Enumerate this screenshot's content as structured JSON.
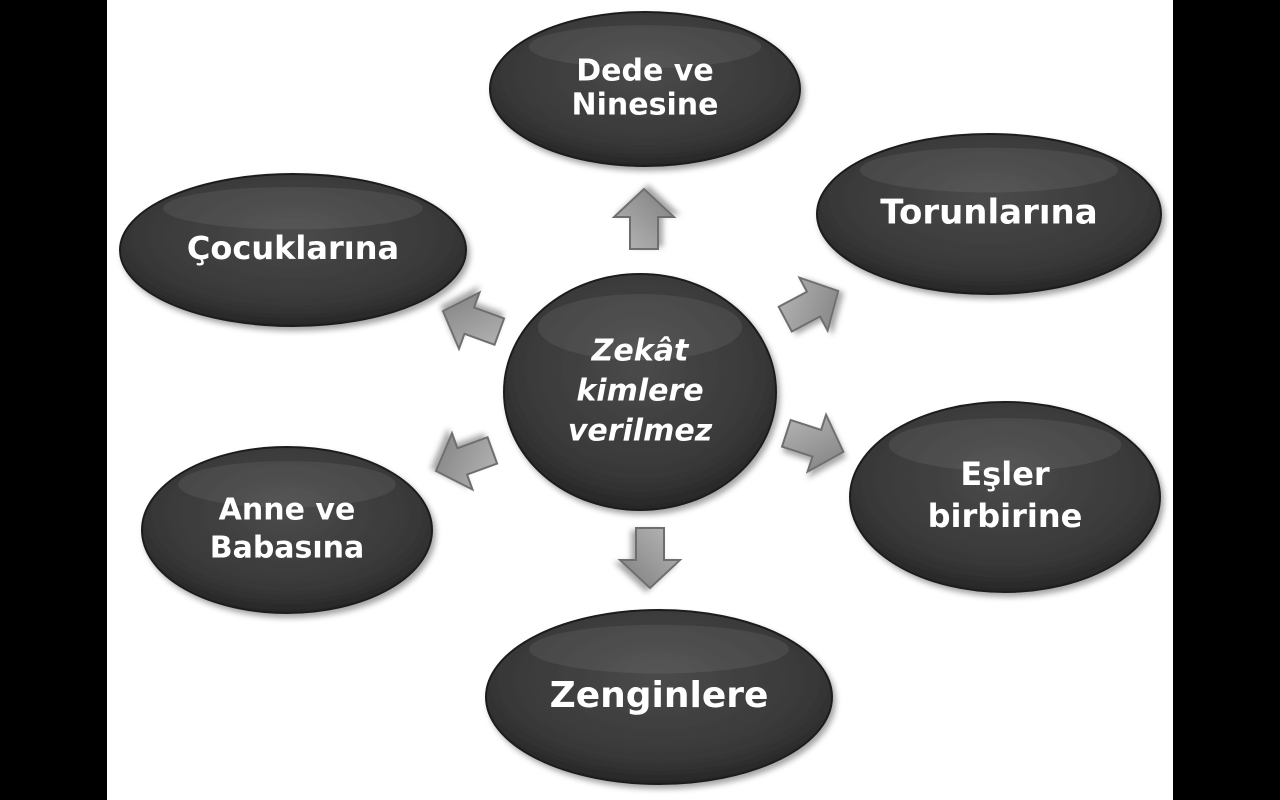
{
  "colors": {
    "background": "#ffffff",
    "frame": "#000000",
    "node_fill": "#3e3e3e",
    "node_fill_dark": "#1f1f1f",
    "node_text": "#ffffff",
    "arrow_fill": "#9a9a9a",
    "arrow_stroke": "#6e6e6e"
  },
  "diagram": {
    "center": {
      "lines": [
        "Zekât",
        "kimlere",
        "verilmez"
      ]
    },
    "nodes": [
      {
        "id": "top",
        "lines": [
          "Dede ve",
          "Ninesine"
        ]
      },
      {
        "id": "upper-right",
        "lines": [
          "Torunlarına"
        ]
      },
      {
        "id": "lower-right",
        "lines": [
          "Eşler",
          "birbirine"
        ]
      },
      {
        "id": "bottom",
        "lines": [
          "Zenginlere"
        ]
      },
      {
        "id": "lower-left",
        "lines": [
          "Anne ve",
          "Babasına"
        ]
      },
      {
        "id": "upper-left",
        "lines": [
          "Çocuklarına"
        ]
      }
    ]
  }
}
